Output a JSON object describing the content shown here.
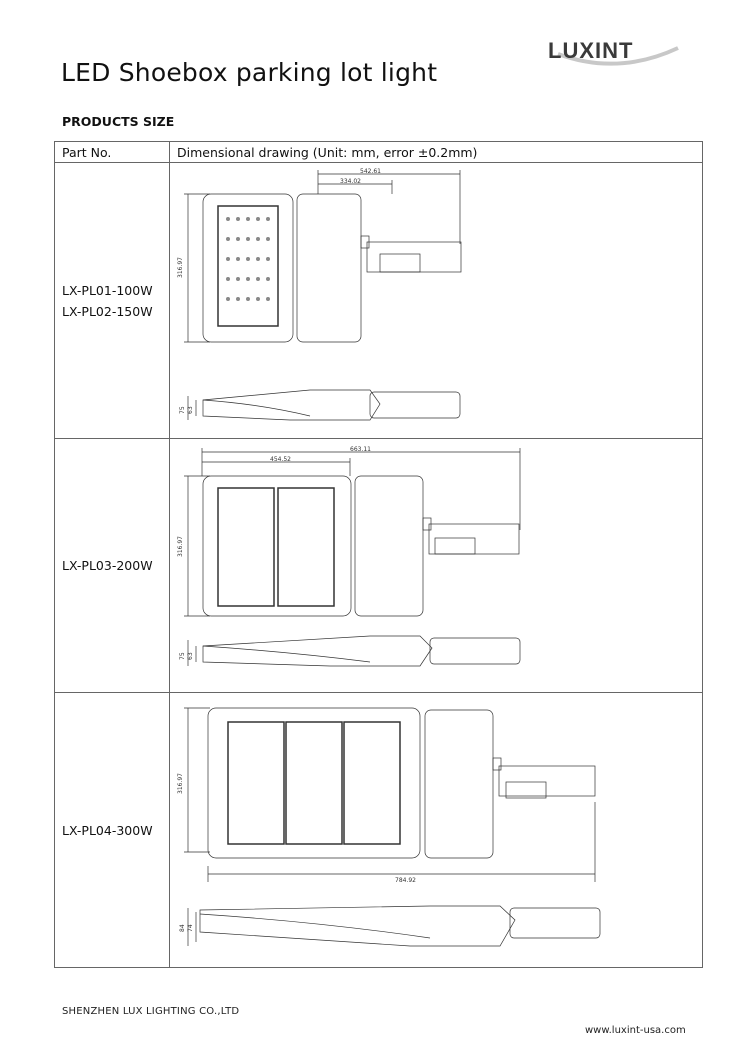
{
  "brand": {
    "logo_text": "LUXINT"
  },
  "title": "LED Shoebox parking lot light",
  "subtitle": "PRODUCTS SIZE",
  "table": {
    "headers": [
      "Part No.",
      "Dimensional drawing    (Unit: mm,    error ±0.2mm)"
    ],
    "rows": [
      {
        "parts": [
          "LX-PL01-100W",
          "LX-PL02-150W"
        ],
        "dims": {
          "overall": "542.61",
          "body": "334.02",
          "height": "316.97",
          "side1": "75",
          "side2": "63"
        }
      },
      {
        "parts": [
          "LX-PL03-200W"
        ],
        "dims": {
          "overall": "663.11",
          "body": "454.52",
          "height": "316.97",
          "side1": "75",
          "side2": "63"
        }
      },
      {
        "parts": [
          "LX-PL04-300W"
        ],
        "dims": {
          "overall": "784.92",
          "height": "316.97",
          "side1": "84",
          "side2": "74"
        }
      }
    ]
  },
  "footer": {
    "company": "SHENZHEN LUX LIGHTING CO.,LTD",
    "website": "www.luxint-usa.com"
  }
}
